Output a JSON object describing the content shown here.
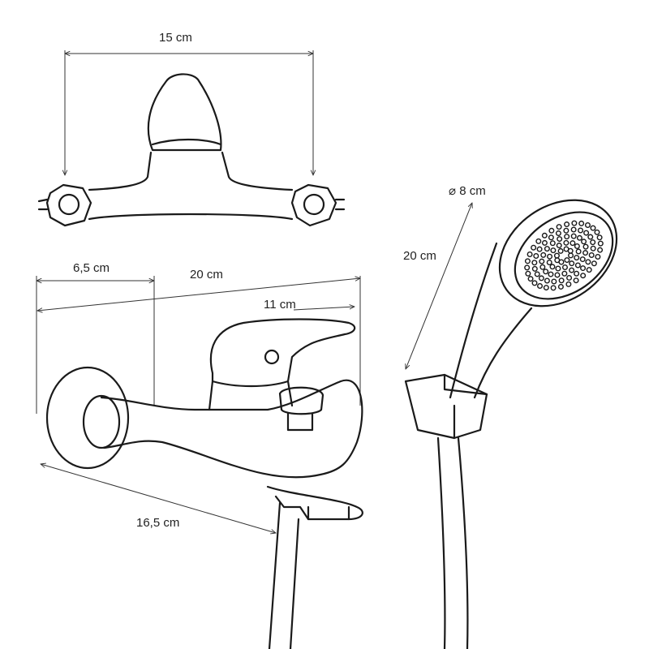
{
  "labels": {
    "top_width": "15 cm",
    "shower_diameter": "⌀ 8 cm",
    "shower_length": "20 cm",
    "wall_offset": "6,5 cm",
    "total_depth": "20 cm",
    "spout_reach": "11 cm",
    "spout_length": "16,5 cm"
  },
  "colors": {
    "line": "#1a1a1a",
    "background": "#ffffff"
  }
}
